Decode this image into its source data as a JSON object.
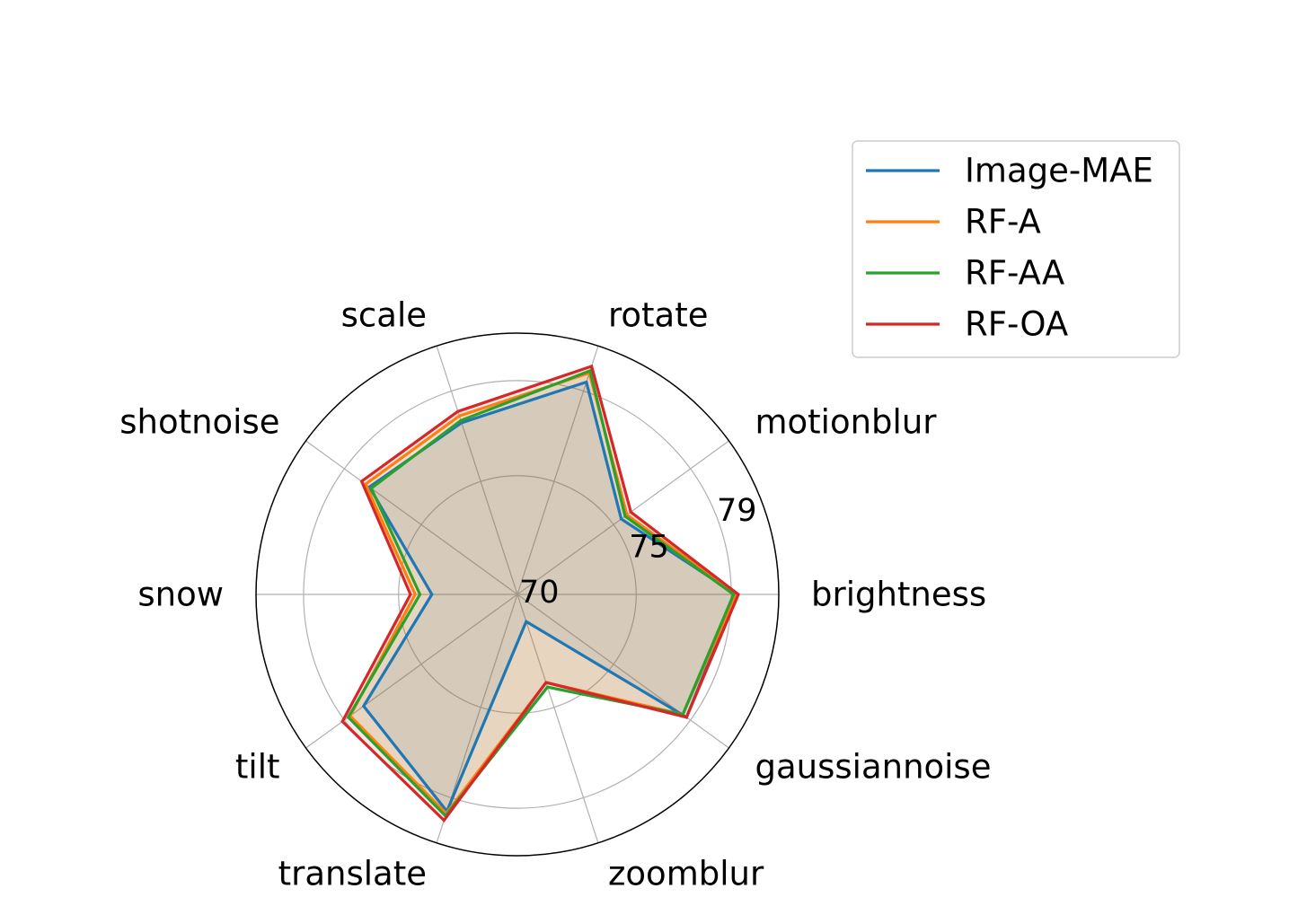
{
  "chart_data": {
    "type": "radar",
    "axes": [
      "brightness",
      "motionblur",
      "rotate",
      "scale",
      "shotnoise",
      "snow",
      "tilt",
      "translate",
      "zoomblur",
      "gaussiannoise"
    ],
    "rlim": [
      70,
      81
    ],
    "rticks": [
      70,
      75,
      79
    ],
    "rtick_labels": [
      "70",
      "75",
      "79"
    ],
    "grid": true,
    "legend": "top-right",
    "series": [
      {
        "name": "Image-MAE",
        "color": "#1f77b4",
        "values": [
          79.2,
          75.4,
          79.4,
          77.6,
          77.7,
          73.6,
          78.0,
          79.6,
          71.2,
          78.8
        ]
      },
      {
        "name": "RF-A",
        "color": "#ff7f0e",
        "values": [
          79.2,
          75.7,
          79.8,
          77.9,
          77.9,
          74.3,
          78.7,
          79.7,
          73.9,
          78.6
        ]
      },
      {
        "name": "RF-AA",
        "color": "#2ca02c",
        "values": [
          79.1,
          75.6,
          79.9,
          77.7,
          77.6,
          74.1,
          78.8,
          79.8,
          74.1,
          78.6
        ]
      },
      {
        "name": "RF-OA",
        "color": "#d62728",
        "values": [
          79.3,
          75.9,
          80.1,
          78.1,
          78.1,
          74.5,
          79.1,
          80.0,
          73.9,
          78.8
        ]
      }
    ]
  }
}
